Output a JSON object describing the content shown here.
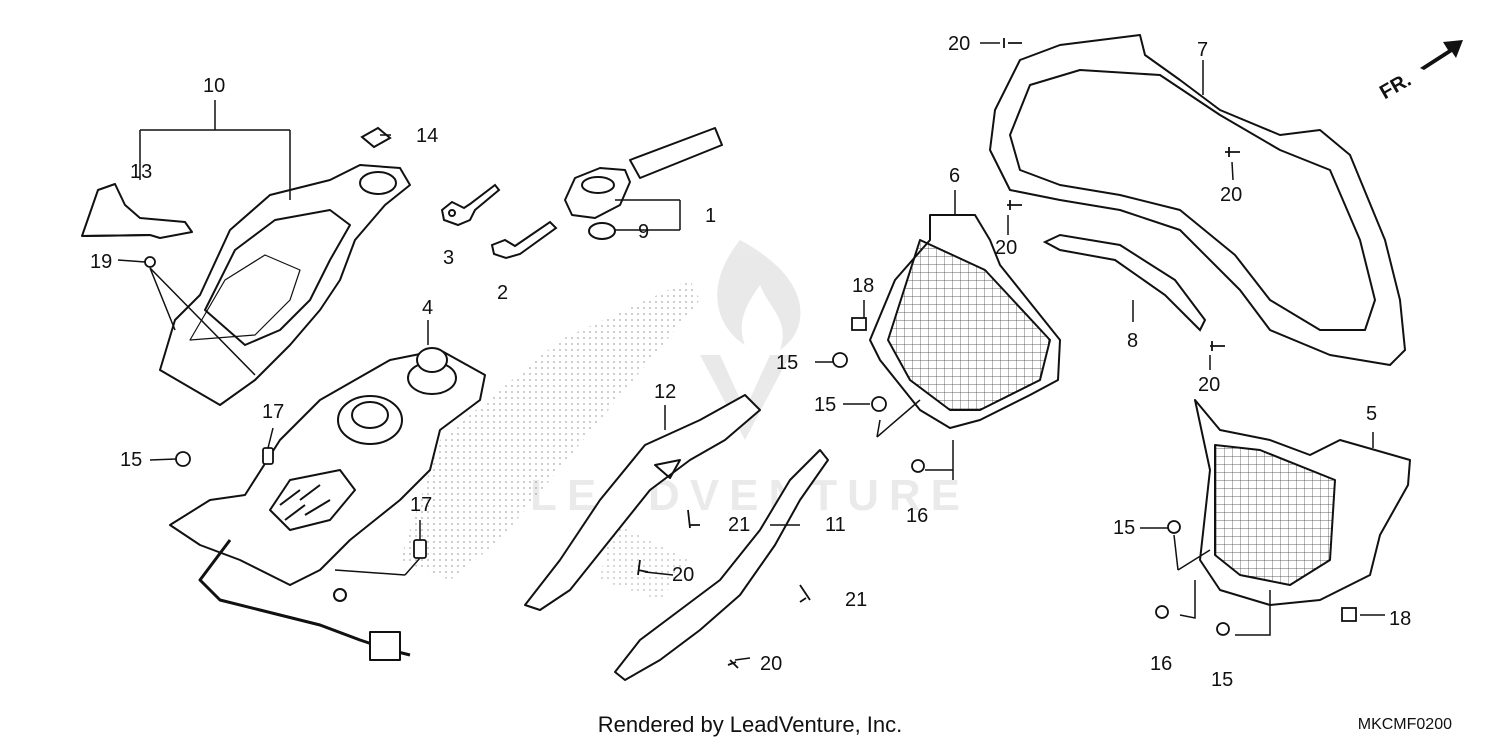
{
  "labels": {
    "n1": "1",
    "n2": "2",
    "n3": "3",
    "n4": "4",
    "n5": "5",
    "n6": "6",
    "n7": "7",
    "n8": "8",
    "n9": "9",
    "n10": "10",
    "n11": "11",
    "n12": "12",
    "n13": "13",
    "n14": "14",
    "n15a": "15",
    "n15b": "15",
    "n15c": "15",
    "n15d": "15",
    "n15e": "15",
    "n16a": "16",
    "n16b": "16",
    "n17a": "17",
    "n17b": "17",
    "n18a": "18",
    "n18b": "18",
    "n19": "19",
    "n20a": "20",
    "n20b": "20",
    "n20c": "20",
    "n20d": "20",
    "n20e": "20",
    "n20f": "20",
    "n21a": "21",
    "n21b": "21"
  },
  "direction_marker": "FR.",
  "watermark": "LEADVENTURE",
  "caption": "Rendered by LeadVenture, Inc.",
  "diagram_code": "MKCMF0200"
}
